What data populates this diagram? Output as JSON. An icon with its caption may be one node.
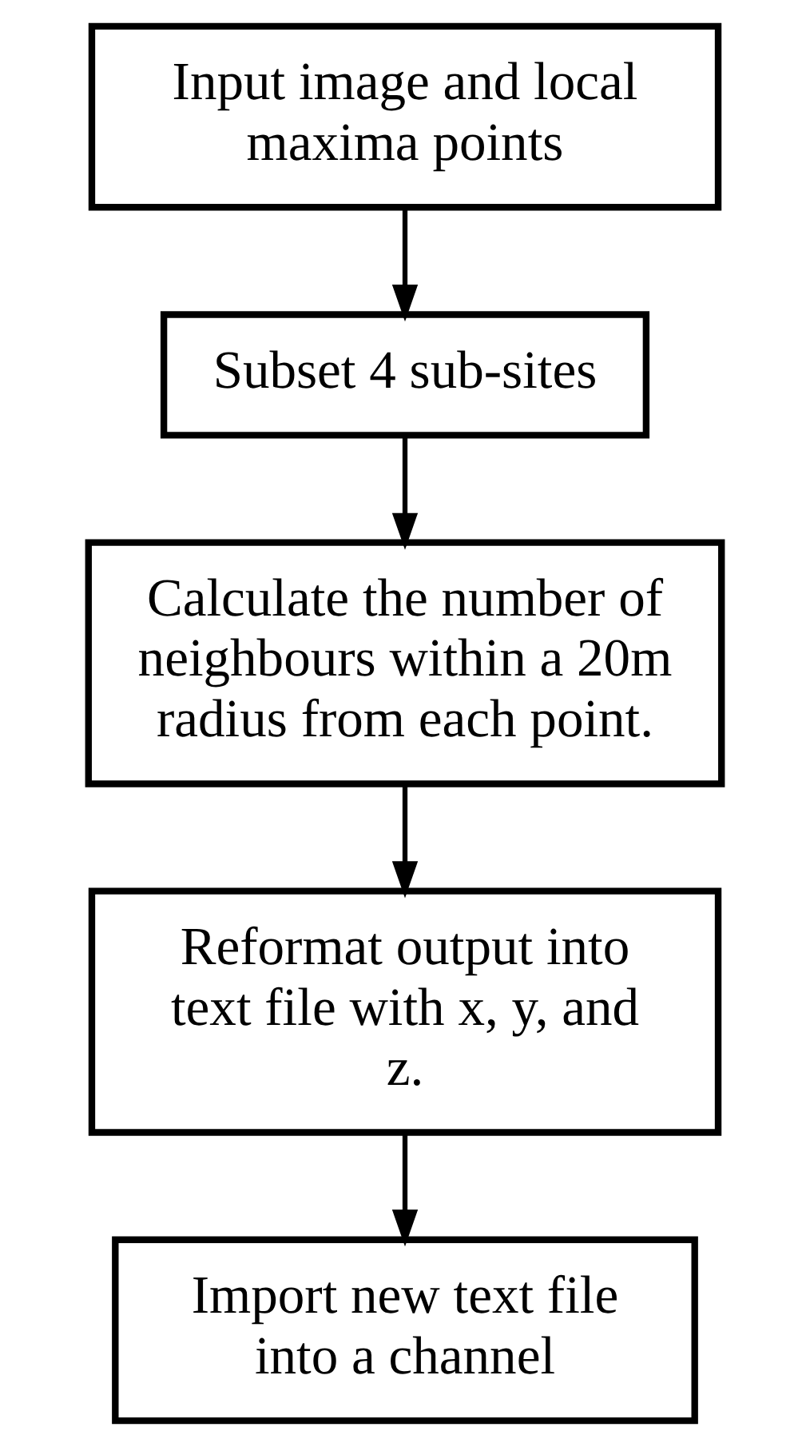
{
  "diagram": {
    "nodes": [
      {
        "text": [
          "Input image and local maxima points"
        ]
      },
      {
        "text": [
          "Subset 4 sub-sites"
        ]
      },
      {
        "text": [
          "Calculate the number of neighbours within a 20m radius from each point."
        ]
      },
      {
        "text": [
          "Reformat output into text file with x, y, and z."
        ]
      },
      {
        "text": [
          "Import new text file into a channel"
        ]
      }
    ],
    "edges": [
      {
        "from": 0,
        "to": 1,
        "arrow": "to"
      },
      {
        "from": 1,
        "to": 2,
        "arrow": "to"
      },
      {
        "from": 2,
        "to": 3,
        "arrow": "to"
      },
      {
        "from": 3,
        "to": 4,
        "arrow": "to"
      }
    ]
  }
}
